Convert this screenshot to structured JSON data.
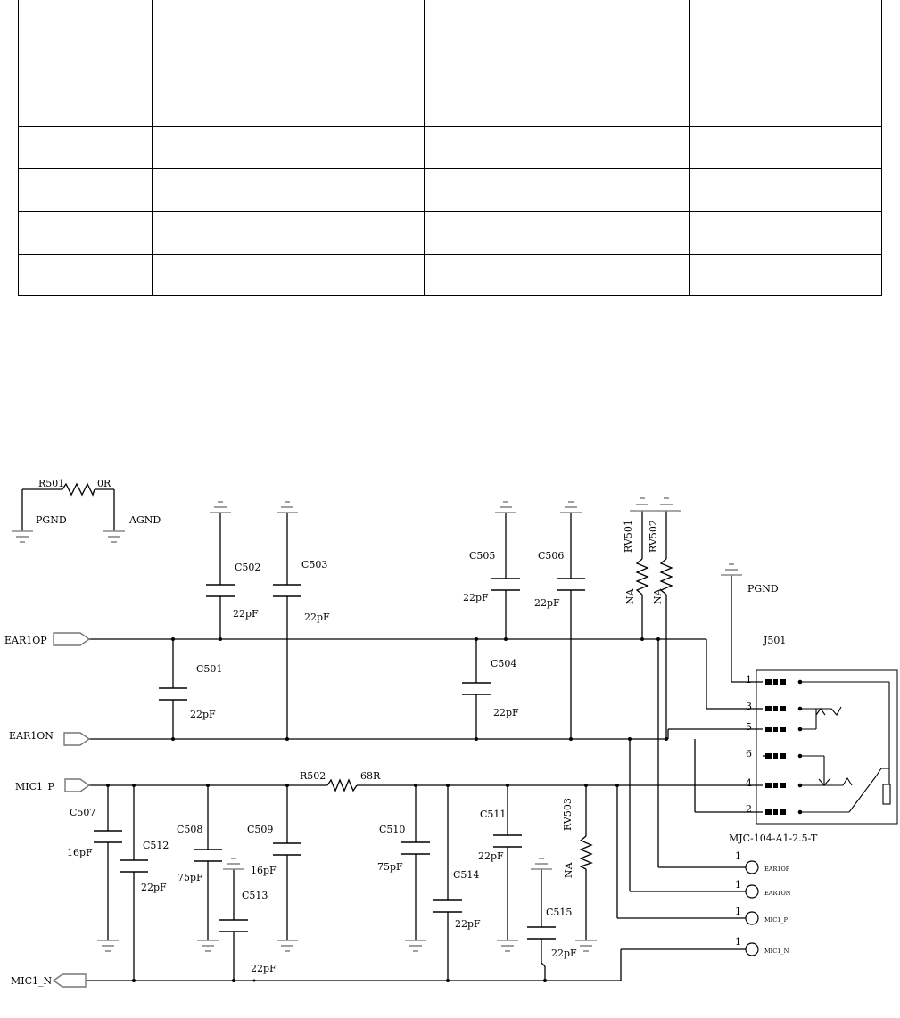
{
  "table": {
    "rows": [
      [
        "",
        "",
        "",
        ""
      ],
      [
        "",
        "",
        "",
        ""
      ],
      [
        "",
        "",
        "",
        ""
      ],
      [
        "",
        "",
        "",
        ""
      ],
      [
        "",
        "",
        "",
        ""
      ]
    ]
  },
  "schematic": {
    "components": {
      "R501": {
        "ref": "R501",
        "value": "0R"
      },
      "R502": {
        "ref": "R502",
        "value": "68R"
      },
      "C501": {
        "ref": "C501",
        "value": "22pF"
      },
      "C502": {
        "ref": "C502",
        "value": "22pF"
      },
      "C503": {
        "ref": "C503",
        "value": "22pF"
      },
      "C504": {
        "ref": "C504",
        "value": "22pF"
      },
      "C505": {
        "ref": "C505",
        "value": "22pF"
      },
      "C506": {
        "ref": "C506",
        "value": "22pF"
      },
      "C507": {
        "ref": "C507",
        "value": "16pF"
      },
      "C508": {
        "ref": "C508",
        "value": "75pF"
      },
      "C509": {
        "ref": "C509",
        "value": "16pF"
      },
      "C510": {
        "ref": "C510",
        "value": "75pF"
      },
      "C511": {
        "ref": "C511",
        "value": "22pF"
      },
      "C512": {
        "ref": "C512",
        "value": "22pF"
      },
      "C513": {
        "ref": "C513",
        "value": "22pF"
      },
      "C514": {
        "ref": "C514",
        "value": "22pF"
      },
      "C515": {
        "ref": "C515",
        "value": "22pF"
      },
      "RV501": {
        "ref": "RV501",
        "value": "NA"
      },
      "RV502": {
        "ref": "RV502",
        "value": "NA"
      },
      "RV503": {
        "ref": "RV503",
        "value": "NA"
      }
    },
    "nets": {
      "pgnd": "PGND",
      "agnd": "AGND",
      "pgnd2": "PGND"
    },
    "ports": {
      "ear1op": "EAR1OP",
      "ear1on": "EAR1ON",
      "mic1p": "MIC1_P",
      "mic1n": "MIC1_N"
    },
    "jack": {
      "ref": "J501",
      "part": "MJC-104-A1-2.5-T",
      "pins": [
        "1",
        "3",
        "5",
        "6",
        "4",
        "2"
      ]
    },
    "testpoints": [
      {
        "num": "1",
        "label": "EAR1OP"
      },
      {
        "num": "1",
        "label": "EAR1ON"
      },
      {
        "num": "1",
        "label": "MIC1_P"
      },
      {
        "num": "1",
        "label": "MIC1_N"
      }
    ]
  }
}
